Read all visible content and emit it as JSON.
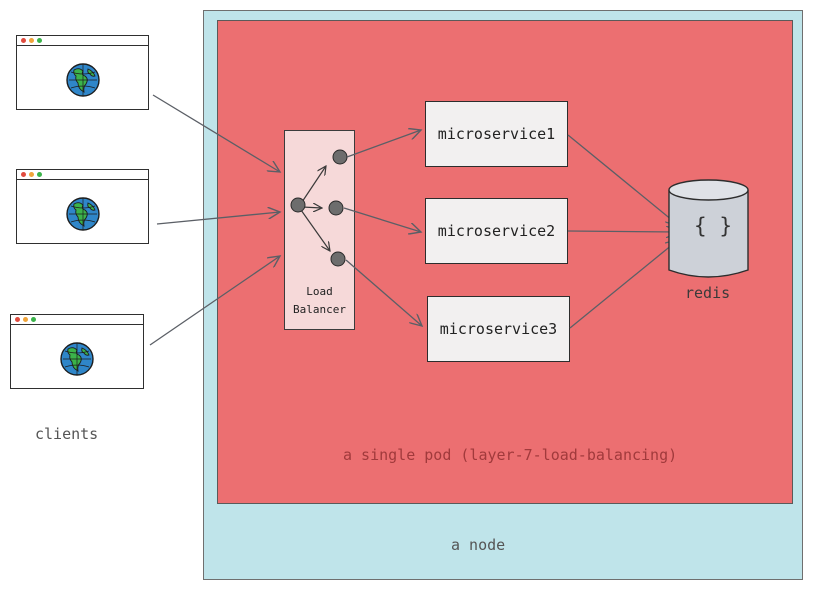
{
  "diagram": {
    "node_label": "a node",
    "pod_label": "a single pod (layer-7-load-balancing)",
    "clients_label": "clients",
    "load_balancer": {
      "line1": "Load",
      "line2": "Balancer"
    },
    "services": [
      "microservice1",
      "microservice2",
      "microservice3"
    ],
    "redis": {
      "label": "redis",
      "glyph": "{ }"
    },
    "colors": {
      "node_fill": "#bfe4ea",
      "pod_fill": "#ec6f71",
      "load_balancer_fill": "#f6d9d9",
      "service_fill": "#f2f0f0",
      "redis_fill": "#cdd1d8",
      "arrow": "#5b5f66",
      "globe_water": "#2f86c9",
      "globe_land": "#3bb34a"
    },
    "icons": [
      "browser-window-icon",
      "globe-icon",
      "database-icon",
      "load-balancer-node-icon"
    ]
  }
}
